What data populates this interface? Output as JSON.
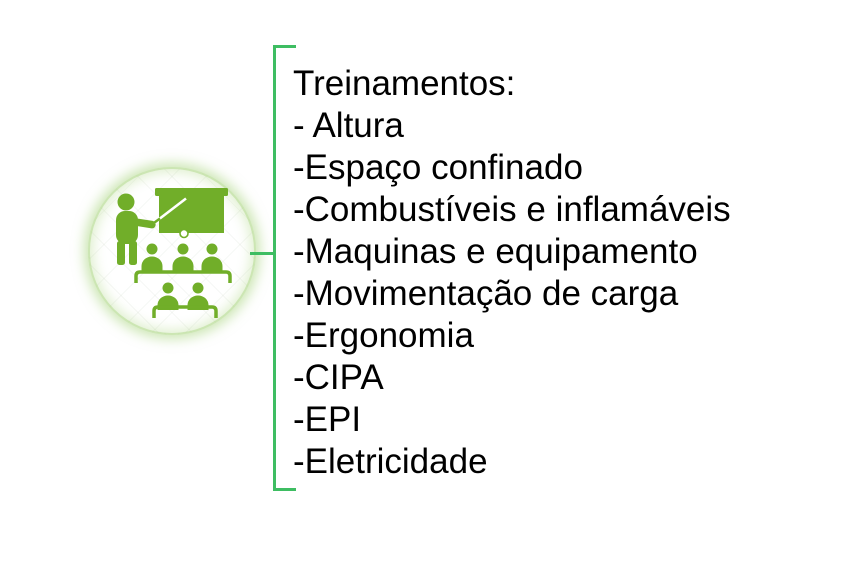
{
  "colors": {
    "background": "#ffffff",
    "icon_green": "#71AE29",
    "bracket_green": "#3EBD62",
    "text_color": "#000000",
    "glow_green": "#9ACD68"
  },
  "icon": {
    "name": "classroom-training-icon",
    "description": "presenter with pointer at a projection screen, audience seated at tables"
  },
  "content": {
    "title": "Treinamentos:",
    "items": [
      "- Altura",
      "-Espaço confinado",
      "-Combustíveis e inflamáveis",
      "-Maquinas e equipamento",
      "-Movimentação de carga",
      "-Ergonomia",
      "-CIPA",
      "-EPI",
      "-Eletricidade"
    ]
  }
}
